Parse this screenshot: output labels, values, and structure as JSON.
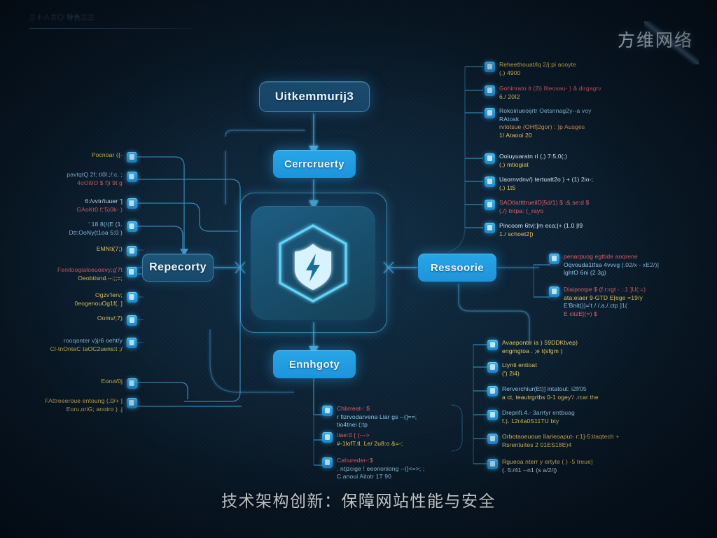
{
  "logo": {
    "text": "方维网络"
  },
  "corner": {
    "text": "三十八方〇 特色三三"
  },
  "caption": {
    "text": "技术架构创新：保障网站性能与安全"
  },
  "colors": {
    "background": "#0a1b2a",
    "panel": "#19506f",
    "accent_bright": "#27a6e8",
    "accent_muted": "#1d5577",
    "line": "#4fb3e8",
    "text_white": "#d4e8f5",
    "text_yellow": "#e8c85a",
    "text_red": "#e0606a",
    "text_orange": "#e09a52"
  },
  "nodes": {
    "top": {
      "label": "Uitkemmurij3",
      "style": "muted-top"
    },
    "upper": {
      "label": "Cerrcruerty",
      "style": "bright"
    },
    "left": {
      "label": "Repecorty",
      "style": "muted"
    },
    "right": {
      "label": "Ressoorie",
      "style": "bright"
    },
    "bottom": {
      "label": "Ennhgoty",
      "style": "bright"
    },
    "center": {
      "icon": "shield-bolt-hexagon-icon"
    }
  },
  "clusters": {
    "top_right": {
      "items": [
        {
          "lines": [
            {
              "t": "Reheethouat/lq 2/j:pi aooyte",
              "c": "c-y"
            },
            {
              "t": "(.) 4900",
              "c": "c-y"
            }
          ]
        },
        {
          "lines": [
            {
              "t": "Gohinrato it (2i) Ilteosau- ) & dirgagrv",
              "c": "c-r"
            },
            {
              "t": "6./ 20I2",
              "c": "c-y"
            }
          ]
        },
        {
          "lines": [
            {
              "t": "Rokoiriueoijrtr Oetsnnag2y--a voy",
              "c": "c-b"
            },
            {
              "t": "RAtosk",
              "c": "c-b"
            },
            {
              "t": "rvtotsue (OHf]2gor) : )p Ausges",
              "c": "c-o"
            },
            {
              "t": "1/ Ataooi 20",
              "c": "c-y"
            }
          ]
        },
        {
          "lines": [
            {
              "t": "Ooiuyuaratn ri (,) 7:5;0(;)",
              "c": "c-w"
            },
            {
              "t": "(.) mtiogiat",
              "c": "c-y"
            }
          ]
        },
        {
          "lines": [
            {
              "t": "Uaornvdnv/) tertuatt2o ) + (1) 2io-;",
              "c": "c-w"
            },
            {
              "t": "(.) 1t5",
              "c": "c-y"
            }
          ]
        },
        {
          "lines": [
            {
              "t": "SAOtlattttrueilD]5d/1) $ :&.se:d $",
              "c": "c-r"
            },
            {
              "t": "(./) tntpa: (_rayo",
              "c": "c-r"
            }
          ]
        },
        {
          "lines": [
            {
              "t": "Pincoom 6tv|:]m eca;|+ (1.0 |l9",
              "c": "c-w"
            },
            {
              "t": "1./ schoet2|)",
              "c": "c-y"
            }
          ]
        }
      ]
    },
    "right_mid": {
      "items": [
        {
          "lines": [
            {
              "t": "penarpuog egttide aoqrene",
              "c": "c-r"
            },
            {
              "t": "Oqvouda1tfsa 4vvvg (.02/x - xE2/)]",
              "c": "c-b"
            },
            {
              "t": "lghtO 6ni (2 3g)",
              "c": "c-b"
            }
          ]
        },
        {
          "lines": [
            {
              "t": "Diaiporrpe $  (f.r:rgt - :.1   ]U(:=)",
              "c": "c-r"
            },
            {
              "t": "ata:eiaer 9-GTD E[ege =19/y",
              "c": "c-y"
            },
            {
              "t": "E'Bnit())='t /  /.a./.ctp ]1(",
              "c": "c-b"
            },
            {
              "t": "E clizE[(=) $",
              "c": "c-r"
            }
          ]
        }
      ]
    },
    "bottom_right": {
      "items": [
        {
          "lines": [
            {
              "t": "Avaepontrr ia ) 59DDKtvep)",
              "c": "c-y"
            },
            {
              "t": "engmgtoa . ;e t(sfgm )",
              "c": "c-y"
            }
          ]
        },
        {
          "lines": [
            {
              "t": "Liynti enitoat",
              "c": "c-y"
            },
            {
              "t": "(') 2i4)",
              "c": "c-y"
            }
          ]
        },
        {
          "lines": [
            {
              "t": "Rerverchiur(Et)] intatout: i2f/05",
              "c": "c-b"
            },
            {
              "t": "a ct, teautrgrtbs 0-1 ogey'/ .rcar the",
              "c": "c-y"
            }
          ]
        },
        {
          "lines": [
            {
              "t": "Dreprifi.4.- 3arrtyr entbuag",
              "c": "c-b"
            },
            {
              "t": "f.). 12r4a0S11TU bty",
              "c": "c-y"
            }
          ]
        },
        {
          "lines": [
            {
              "t": "Orbotaoeuoue Ilarieoaput- r:1]-5:itaqtech +",
              "c": "c-y"
            },
            {
              "t": "Rsrentuites 2 01ES18E)4",
              "c": "c-y"
            }
          ]
        },
        {
          "lines": [
            {
              "t": "Rgueoa nterr y ertyte  ( ) -5 treue]",
              "c": "c-y"
            },
            {
              "t": "(. 5:/41 --n1 (s a/2/|)",
              "c": "c-w"
            }
          ]
        }
      ]
    },
    "bottom_center": {
      "items": [
        {
          "lines": [
            {
              "t": "Chbrreat-: $",
              "c": "c-r"
            },
            {
              "t": "r fizrvodarvena Liar gs  --(]==;",
              "c": "c-b"
            },
            {
              "t": "tio4tnei (:tp",
              "c": "c-b"
            }
          ]
        },
        {
          "lines": [
            {
              "t": "tiae:0 { (--->",
              "c": "c-r"
            },
            {
              "t": "#-1lofT.tl. Le/ 2u8:o  &=-;",
              "c": "c-y"
            }
          ]
        },
        {
          "lines": [
            {
              "t": "Cahureder-:$",
              "c": "c-r"
            },
            {
              "t": ". ntjzcige ! eeononiong  --(]<=>; ;",
              "c": "c-b"
            },
            {
              "t": "C.anoui Aitotr 1T 90",
              "c": "c-b"
            }
          ]
        }
      ]
    },
    "left": {
      "items": [
        {
          "lines": [
            {
              "t": "Pocnoar ({-",
              "c": "c-y"
            }
          ]
        },
        {
          "lines": [
            {
              "t": "pavtqtQ 2f; t/0l.;/:c. ;",
              "c": "c-b"
            },
            {
              "t": "4oOi9O $ f)i 9t g",
              "c": "c-r"
            }
          ]
        },
        {
          "lines": [
            {
              "t": "6:/vvtr/tuuer ']",
              "c": "c-w"
            },
            {
              "t": "GAoKt0 f;'5)0k- )",
              "c": "c-r"
            }
          ]
        },
        {
          "lines": [
            {
              "t": "' 18 8(/(E (1.",
              "c": "c-b"
            },
            {
              "t": "Dtt:OoNy(t1oa 5:0 )",
              "c": "c-b"
            }
          ]
        },
        {
          "lines": [
            {
              "t": "EMNti(7;)",
              "c": "c-y"
            }
          ]
        },
        {
          "lines": [
            {
              "t": "Fenitoogialoeuoevy;g'7t",
              "c": "c-r"
            },
            {
              "t": "Oeobtisnd.--:;;=;",
              "c": "c-y"
            }
          ]
        },
        {
          "lines": [
            {
              "t": "Ogzv'lerv;",
              "c": "c-y"
            },
            {
              "t": "0eogenouOg1f(. ]",
              "c": "c-y"
            }
          ]
        },
        {
          "lines": [
            {
              "t": "Oomv/;7)",
              "c": "c-y"
            }
          ]
        },
        {
          "lines": [
            {
              "t": "rooqanter v)jr6 oeht/y",
              "c": "c-b"
            },
            {
              "t": "Cl-tnOnteC  taOC2uens:t ;/",
              "c": "c-y"
            }
          ]
        },
        {
          "lines": [
            {
              "t": "Eorut/0j",
              "c": "c-y"
            }
          ]
        },
        {
          "lines": [
            {
              "t": "FAttreeeroue entoung (.0/+ ]",
              "c": "c-y"
            },
            {
              "t": "Eoru,oriG; anotro ) .j",
              "c": "c-y"
            }
          ]
        }
      ]
    }
  }
}
